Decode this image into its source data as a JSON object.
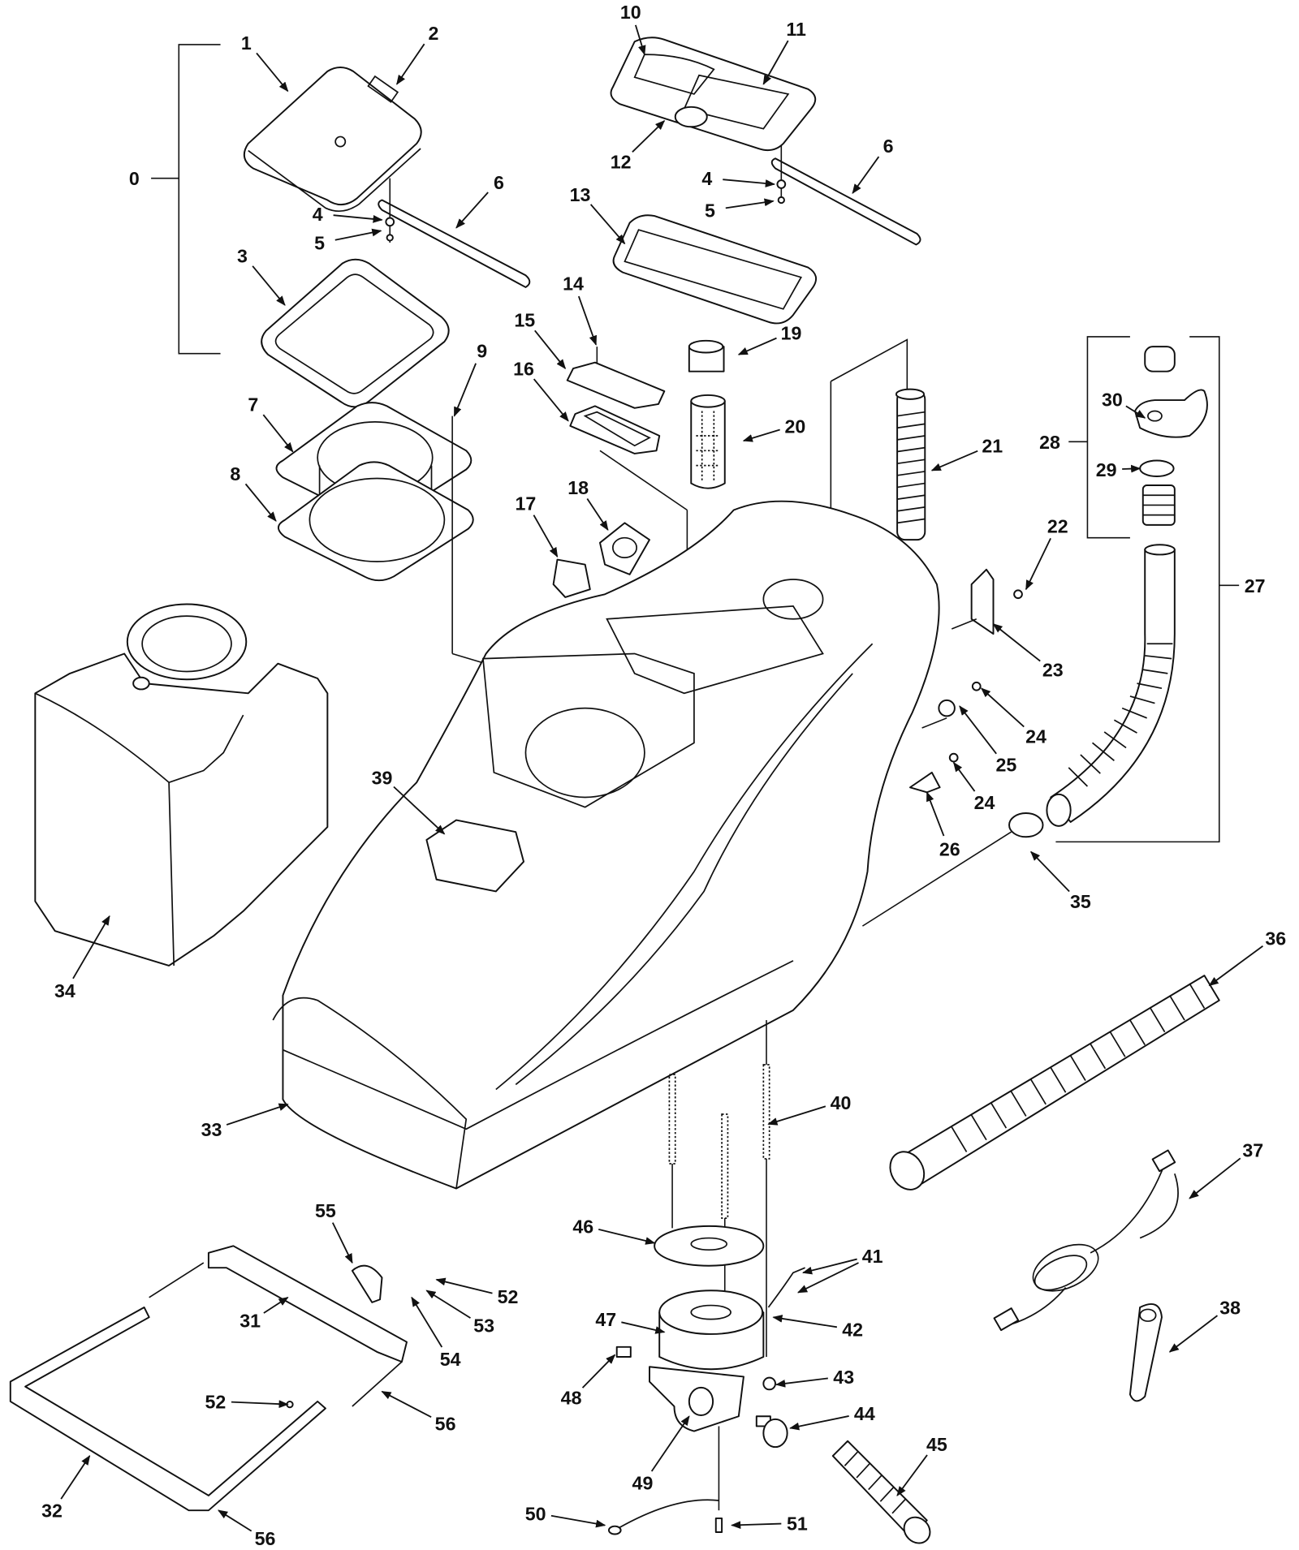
{
  "diagram": {
    "type": "exploded parts diagram",
    "line_color": "#111111",
    "background": "#ffffff"
  },
  "callouts": [
    {
      "label": "0"
    },
    {
      "label": "1"
    },
    {
      "label": "2"
    },
    {
      "label": "3"
    },
    {
      "label": "4"
    },
    {
      "label": "5"
    },
    {
      "label": "6"
    },
    {
      "label": "4"
    },
    {
      "label": "5"
    },
    {
      "label": "6"
    },
    {
      "label": "7"
    },
    {
      "label": "8"
    },
    {
      "label": "9"
    },
    {
      "label": "10"
    },
    {
      "label": "11"
    },
    {
      "label": "12"
    },
    {
      "label": "13"
    },
    {
      "label": "14"
    },
    {
      "label": "15"
    },
    {
      "label": "16"
    },
    {
      "label": "17"
    },
    {
      "label": "18"
    },
    {
      "label": "19"
    },
    {
      "label": "20"
    },
    {
      "label": "21"
    },
    {
      "label": "22"
    },
    {
      "label": "23"
    },
    {
      "label": "24"
    },
    {
      "label": "25"
    },
    {
      "label": "24"
    },
    {
      "label": "26"
    },
    {
      "label": "27"
    },
    {
      "label": "28"
    },
    {
      "label": "29"
    },
    {
      "label": "30"
    },
    {
      "label": "33"
    },
    {
      "label": "34"
    },
    {
      "label": "35"
    },
    {
      "label": "36"
    },
    {
      "label": "37"
    },
    {
      "label": "38"
    },
    {
      "label": "39"
    },
    {
      "label": "40"
    },
    {
      "label": "41"
    },
    {
      "label": "42"
    },
    {
      "label": "43"
    },
    {
      "label": "44"
    },
    {
      "label": "45"
    },
    {
      "label": "46"
    },
    {
      "label": "47"
    },
    {
      "label": "48"
    },
    {
      "label": "49"
    },
    {
      "label": "50"
    },
    {
      "label": "51"
    },
    {
      "label": "52"
    },
    {
      "label": "52"
    },
    {
      "label": "53"
    },
    {
      "label": "54"
    },
    {
      "label": "55"
    },
    {
      "label": "56"
    },
    {
      "label": "56"
    },
    {
      "label": "31"
    },
    {
      "label": "32"
    }
  ]
}
